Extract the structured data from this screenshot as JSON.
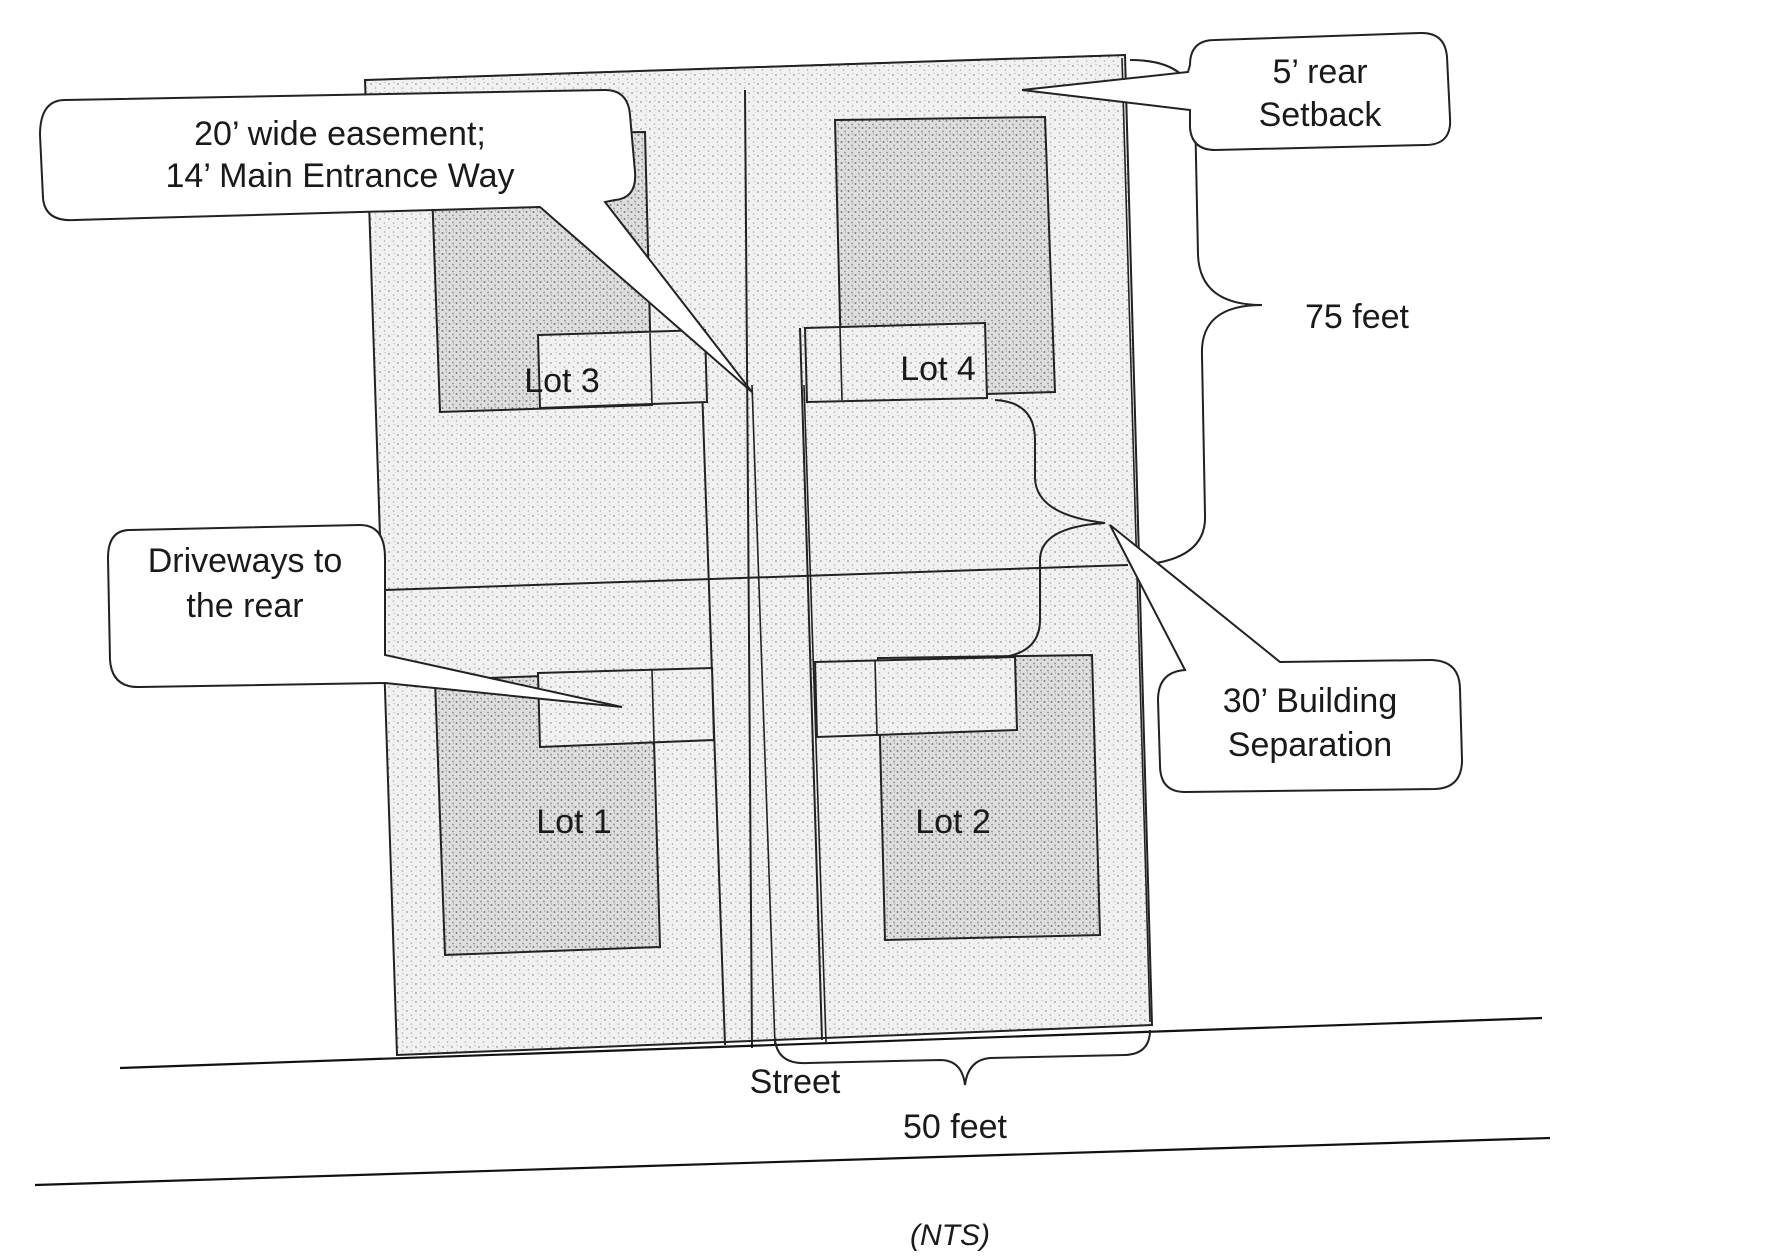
{
  "lots": {
    "lot1": "Lot 1",
    "lot2": "Lot 2",
    "lot3": "Lot 3",
    "lot4": "Lot 4"
  },
  "callouts": {
    "easement_line1": "20’ wide easement;",
    "easement_line2": "14’ Main Entrance Way",
    "rear_setback_line1": "5’ rear",
    "rear_setback_line2": "Setback",
    "driveways_line1": "Driveways to",
    "driveways_line2": "the rear",
    "separation_line1": "30’ Building",
    "separation_line2": "Separation"
  },
  "dimensions": {
    "depth": "75 feet",
    "width": "50 feet"
  },
  "street_label": "Street",
  "scale_note": "(NTS)"
}
